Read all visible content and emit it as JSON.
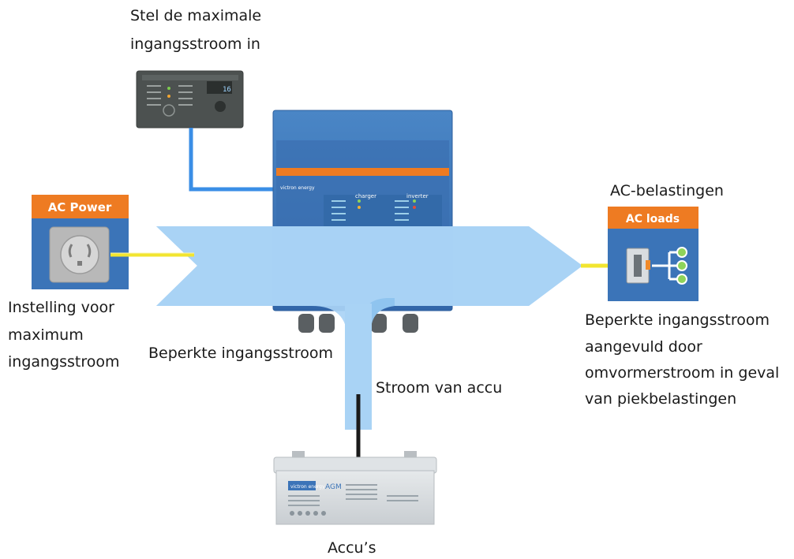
{
  "captions": {
    "panel_title_line1": "Stel de maximale",
    "panel_title_line2": "ingangsstroom in",
    "ac_loads_title": "AC-belastingen",
    "input_setting_line1": "Instelling voor",
    "input_setting_line2": "maximum",
    "input_setting_line3": "ingangsstroom",
    "limited_current": "Beperkte ingangsstroom",
    "battery_current": "Stroom van accu",
    "peak_line1": "Beperkte ingangsstroom",
    "peak_line2": "aangevuld door",
    "peak_line3": "omvormerstroom in geval",
    "peak_line4": "van piekbelastingen",
    "batteries": "Accu’s"
  },
  "ac_power_box": {
    "header": "AC Power"
  },
  "ac_loads_box": {
    "header": "AC loads"
  },
  "inverter": {
    "brand": "victron energy",
    "section_charger": "charger",
    "section_inverter": "inverter"
  },
  "battery": {
    "brand": "victron energy",
    "type_label": "AGM"
  },
  "remote_panel": {
    "display_value": "16"
  },
  "colors": {
    "orange": "#ee7b22",
    "victron_blue": "#3b74b8",
    "flow_light_blue": "#a9d3f5",
    "cable_yellow": "#f2e52f",
    "wire_blue": "#3a8ee6",
    "battery_grey": "#d9dde0",
    "panel_dark": "#4c5150"
  }
}
